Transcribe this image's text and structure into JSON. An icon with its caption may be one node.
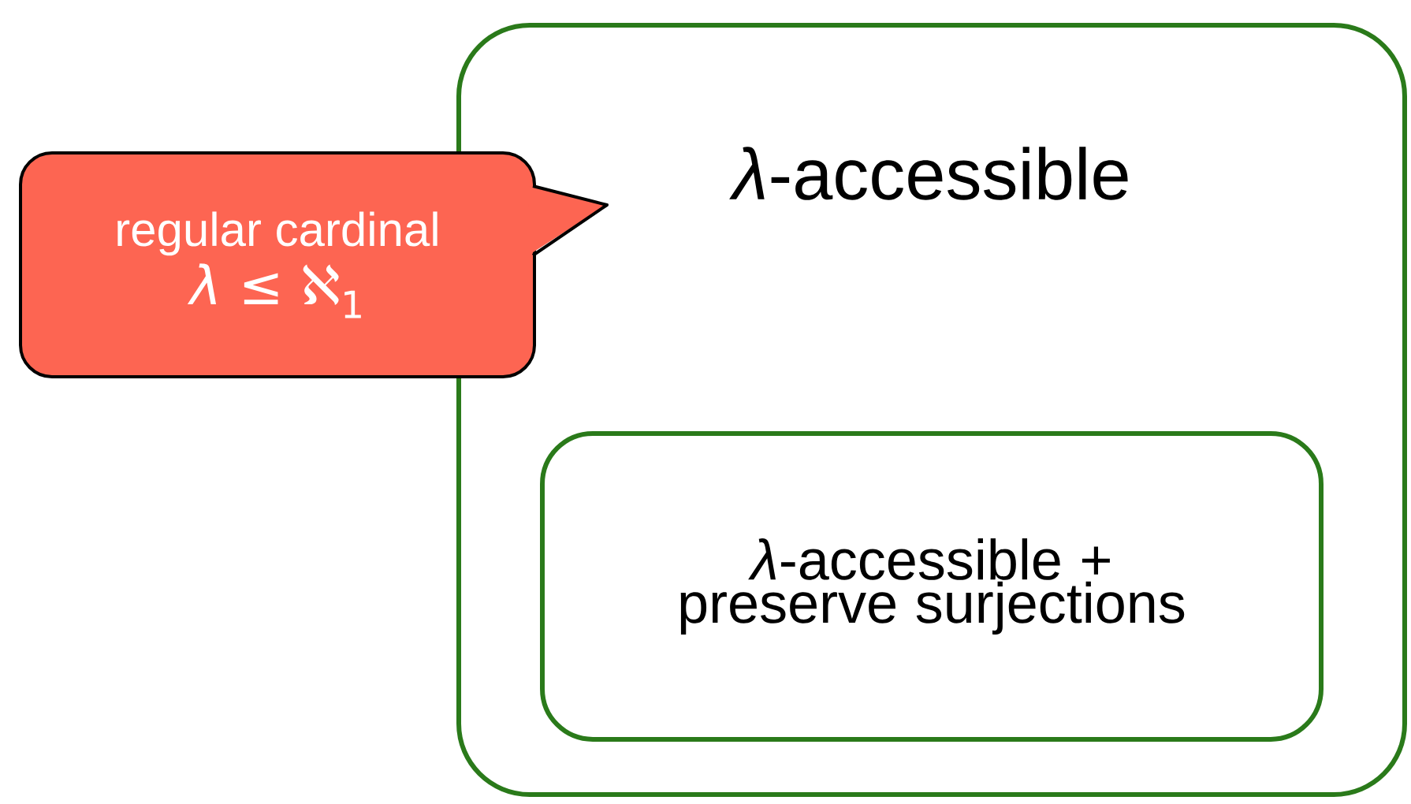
{
  "diagram": {
    "nodes": [
      {
        "text": [
          "*λ*-accessible"
        ]
      },
      {
        "text": [
          "*λ*-accessible + preserve surjections"
        ],
        "in": 0
      },
      {
        "text": [
          "regular cardinal",
          "*λ* ≤ ℵ$_{1}$"
        ]
      }
    ]
  }
}
